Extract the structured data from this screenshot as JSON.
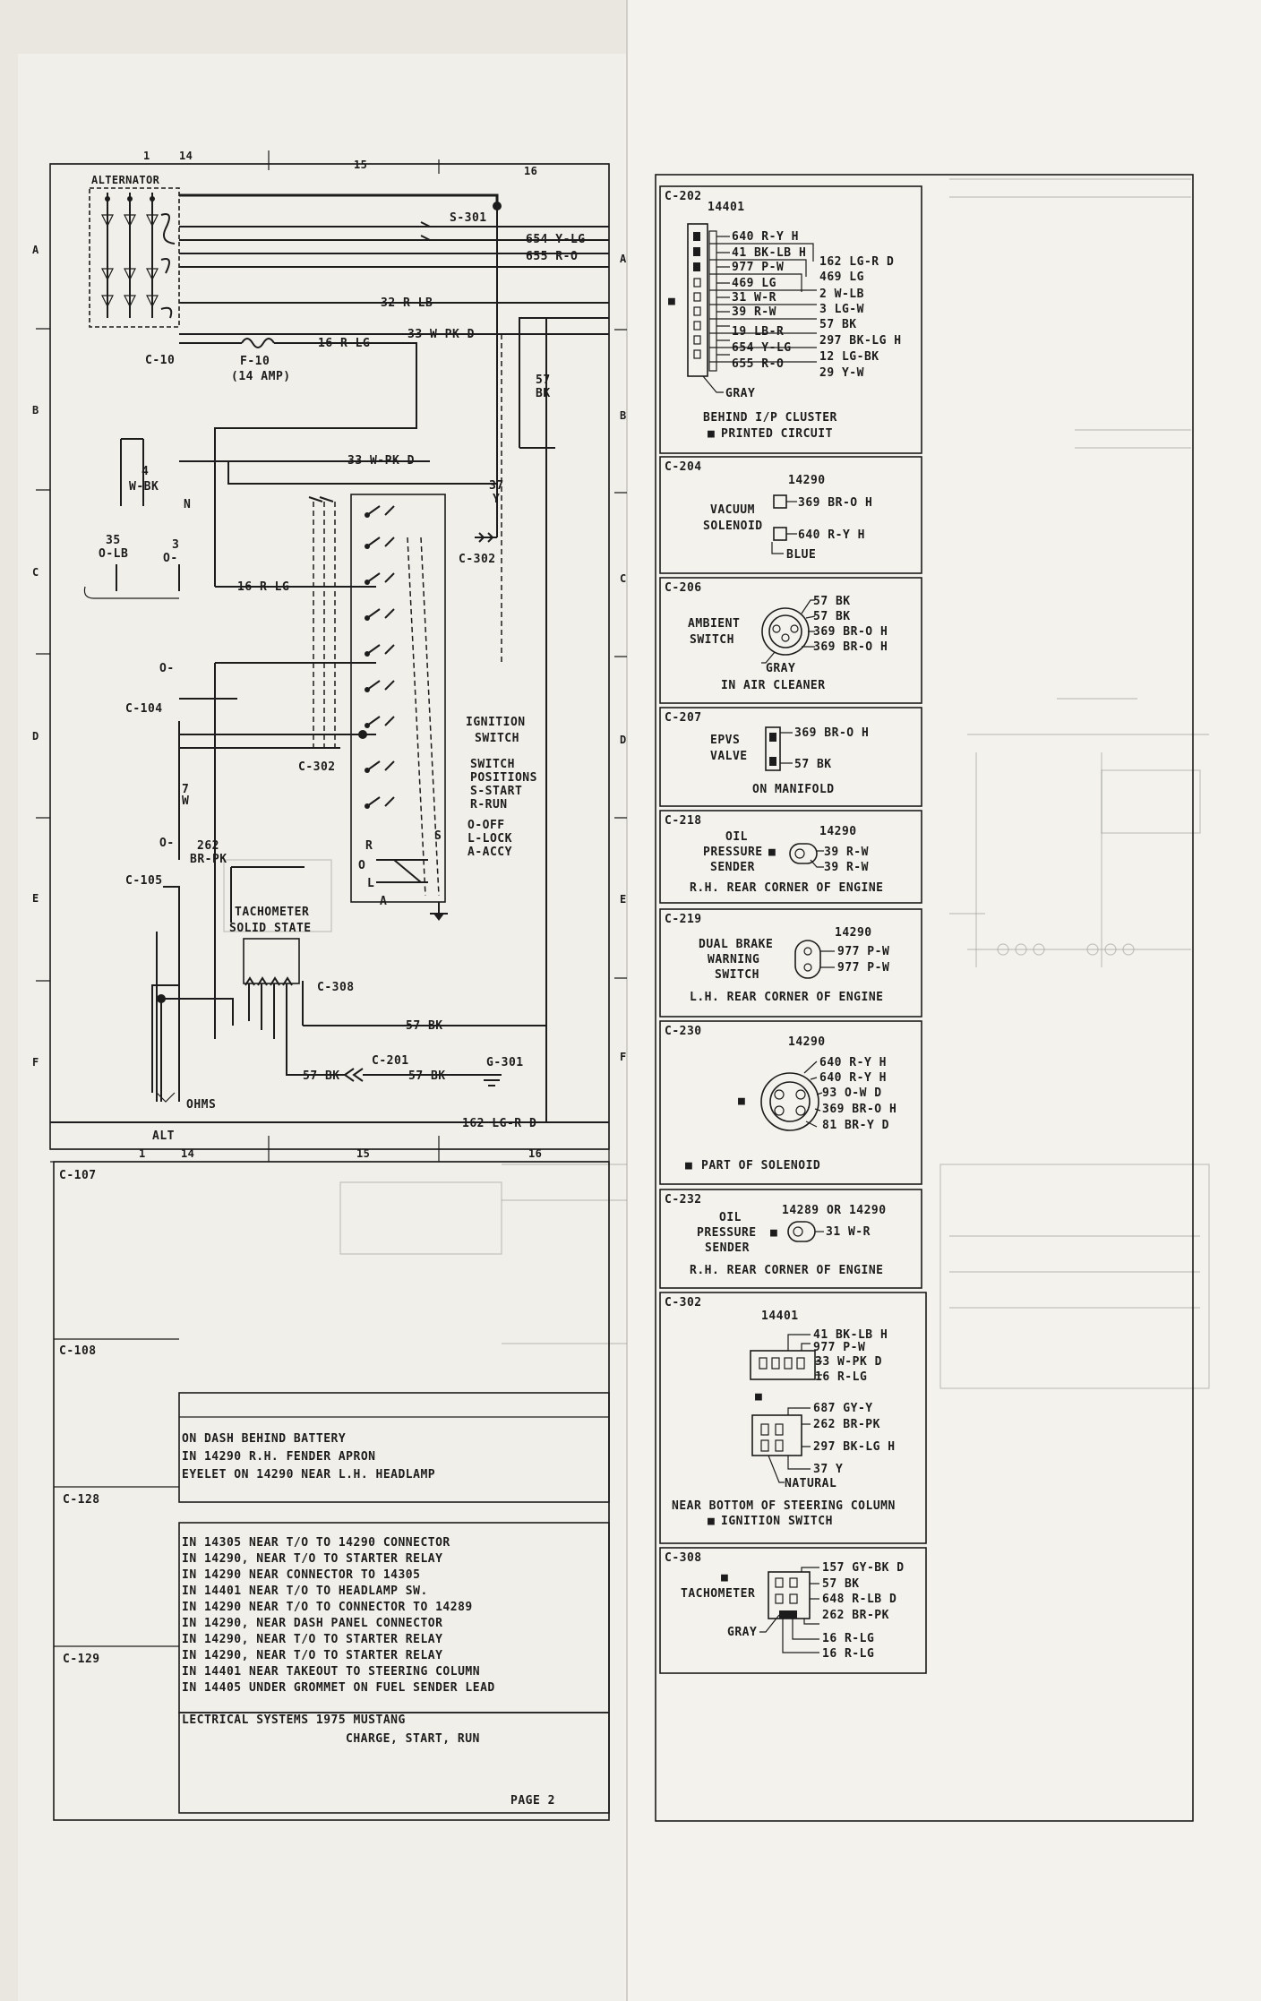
{
  "grid": {
    "top_columns": [
      "1",
      "14",
      "15",
      "16"
    ],
    "bottom_columns": [
      "1",
      "14",
      "15",
      "16"
    ],
    "rows_left": [
      "A",
      "B",
      "C",
      "D",
      "E",
      "F"
    ],
    "rows_mid": [
      "A",
      "B",
      "C",
      "D",
      "E",
      "F"
    ]
  },
  "schematic": {
    "alternator": "ALTERNATOR",
    "alt_bottom": "ALT",
    "splice_s301": "S-301",
    "w654": "654 Y-LG",
    "w655": "655 R-O",
    "w32": "32 R-LB",
    "w33a": "33 W-PK D",
    "w33b": "33 W-PK D",
    "w16a": "16 R-LG",
    "w16b": "16 R-LG",
    "fuse_name": "F-10",
    "fuse_rating": "(14 AMP)",
    "c10": "C-10",
    "w57a_num": "57",
    "w57a_col": "BK",
    "w37_num": "37",
    "w37_col": "Y",
    "c302a": "C-302",
    "c302b": "C-302",
    "w4_num": "4",
    "w4_col": "W-BK",
    "n_mark": "N",
    "w35_num": "35",
    "w35_col": "O-LB",
    "w3_num": "3",
    "w3_col": "O-",
    "o_a": "O-",
    "c104": "C-104",
    "w7_num": "7",
    "w7_col": "W",
    "o_b": "O-",
    "w262_num": "262",
    "w262_col": "BR-PK",
    "c105": "C-105",
    "ign_title1": "IGNITION",
    "ign_title2": "SWITCH",
    "pos_title1": "SWITCH",
    "pos_title2": "POSITIONS",
    "pos_s": "S-START",
    "pos_r": "R-RUN",
    "pos_o": "O-OFF",
    "pos_l": "L-LOCK",
    "pos_a": "A-ACCY",
    "sw_s": "S",
    "sw_r": "R",
    "sw_o": "O",
    "sw_l": "L",
    "sw_a": "A",
    "tach1": "TACHOMETER",
    "tach2": "SOLID STATE",
    "c308": "C-308",
    "w57b": "57 BK",
    "w57c": "57 BK",
    "c201": "C-201",
    "w57d": "57 BK",
    "g301": "G-301",
    "ohms": "OHMS",
    "w162": "162 LG-R D"
  },
  "lower_left": {
    "c107": "C-107",
    "c108": "C-108",
    "c128": "C-128",
    "c129": "C-129",
    "ground_notes": [
      "ON DASH BEHIND BATTERY",
      "IN 14290 R.H. FENDER APRON",
      "EYELET ON 14290 NEAR L.H. HEADLAMP"
    ],
    "splice_notes": [
      "IN 14305 NEAR T/O TO 14290 CONNECTOR",
      "IN 14290, NEAR T/O TO STARTER RELAY",
      "IN 14290 NEAR  CONNECTOR TO 14305",
      "IN 14401 NEAR T/O TO HEADLAMP SW.",
      "IN 14290 NEAR T/O TO CONNECTOR TO 14289",
      "IN 14290, NEAR DASH PANEL CONNECTOR",
      "IN 14290, NEAR T/O TO STARTER RELAY",
      "IN 14290, NEAR T/O TO STARTER RELAY",
      "IN 14401 NEAR TAKEOUT TO STEERING COLUMN",
      "IN 14405 UNDER GROMMET ON FUEL SENDER LEAD"
    ],
    "title1": "LECTRICAL SYSTEMS 1975 MUSTANG",
    "title2": "CHARGE, START, RUN",
    "page": "PAGE 2"
  },
  "connectors": {
    "c202": {
      "id": "C-202",
      "part": "14401",
      "left_wires": [
        "640 R-Y H",
        "41 BK-LB H",
        "977 P-W",
        "469 LG",
        "31 W-R",
        "39 R-W",
        "19 LB-R",
        "654 Y-LG",
        "655 R-O"
      ],
      "right_wires": [
        "162 LG-R D",
        "469 LG",
        "2 W-LB",
        "3 LG-W",
        "57 BK",
        "297 BK-LG H",
        "12 LG-BK",
        "29 Y-W"
      ],
      "color": "GRAY",
      "loc1": "BEHIND I/P CLUSTER",
      "loc2": "PRINTED CIRCUIT"
    },
    "c204": {
      "id": "C-204",
      "part": "14290",
      "name1": "VACUUM",
      "name2": "SOLENOID",
      "w1": "369 BR-O H",
      "w2": "640 R-Y H",
      "color": "BLUE"
    },
    "c206": {
      "id": "C-206",
      "name1": "AMBIENT",
      "name2": "SWITCH",
      "w1": "57 BK",
      "w2": "57 BK",
      "w3": "369 BR-O H",
      "w4": "369 BR-O H",
      "color": "GRAY",
      "loc": "IN AIR CLEANER"
    },
    "c207": {
      "id": "C-207",
      "name1": "EPVS",
      "name2": "VALVE",
      "w1": "369 BR-O H",
      "w2": "57 BK",
      "loc": "ON MANIFOLD"
    },
    "c218": {
      "id": "C-218",
      "part": "14290",
      "name1": "OIL",
      "name2": "PRESSURE",
      "name3": "SENDER",
      "w1": "39 R-W",
      "w2": "39 R-W",
      "loc": "R.H. REAR CORNER OF ENGINE"
    },
    "c219": {
      "id": "C-219",
      "part": "14290",
      "name1": "DUAL BRAKE",
      "name2": "WARNING",
      "name3": "SWITCH",
      "w1": "977 P-W",
      "w2": "977 P-W",
      "loc": "L.H. REAR CORNER OF ENGINE"
    },
    "c230": {
      "id": "C-230",
      "part": "14290",
      "w1": "640 R-Y H",
      "w2": "640 R-Y H",
      "w3": "93 O-W D",
      "w4": "369 BR-O H",
      "w5": "81 BR-Y D",
      "loc": "PART OF SOLENOID"
    },
    "c232": {
      "id": "C-232",
      "name1": "OIL",
      "name2": "PRESSURE",
      "name3": "SENDER",
      "part": "14289 OR 14290",
      "w1": "31 W-R",
      "loc": "R.H. REAR CORNER OF ENGINE"
    },
    "c302": {
      "id": "C-302",
      "part": "14401",
      "top_wires": [
        "41 BK-LB H",
        "977 P-W",
        "33 W-PK D",
        "16 R-LG"
      ],
      "bottom_wires": [
        "687 GY-Y",
        "262 BR-PK",
        "297 BK-LG H",
        "37 Y"
      ],
      "color": "NATURAL",
      "loc1": "NEAR BOTTOM OF STEERING COLUMN",
      "loc2": "IGNITION SWITCH"
    },
    "c308": {
      "id": "C-308",
      "name": "TACHOMETER",
      "color": "GRAY",
      "wires": [
        "157 GY-BK D",
        "57 BK",
        "648 R-LB D",
        "262 BR-PK",
        "16 R-LG",
        "16 R-LG"
      ]
    },
    "mark": "■"
  },
  "colors": {
    "paper": "#edebe4",
    "ink": "#1c1c1c",
    "ghost": "#9a9a96"
  }
}
